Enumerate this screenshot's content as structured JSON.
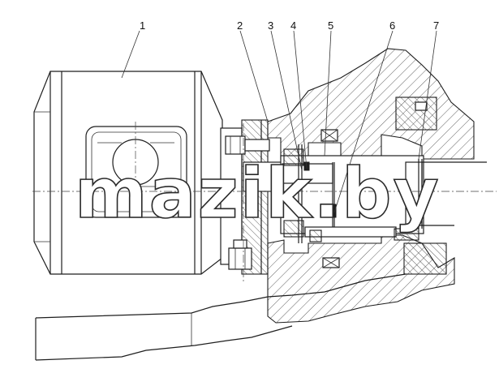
{
  "figure": {
    "callouts": [
      "1",
      "2",
      "3",
      "4",
      "5",
      "6",
      "7"
    ],
    "watermark": "mazik.by"
  }
}
